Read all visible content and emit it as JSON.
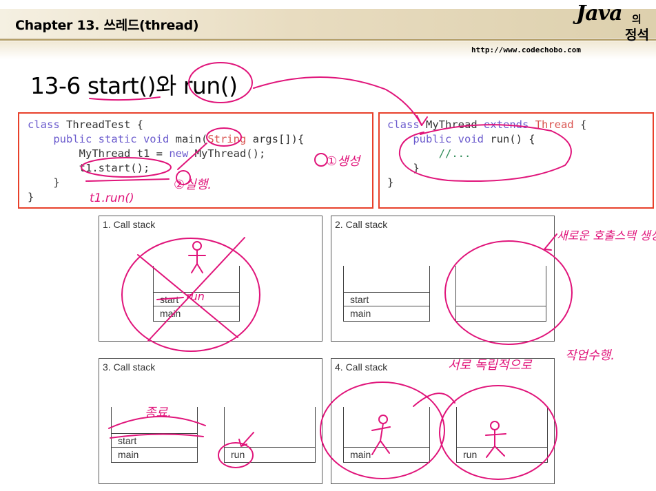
{
  "header": {
    "chapter": "Chapter 13. 쓰레드(thread)",
    "logo_java": "Java",
    "logo_ui": "의",
    "logo_book": "정석",
    "url": "http://www.codechobo.com"
  },
  "title": "13-6 start()와 run()",
  "code_left": {
    "lines": [
      "class ThreadTest {",
      "    public static void main(String args[]){",
      "        MyThread t1 = new MyThread();",
      "        t1.start();",
      "    }",
      "}"
    ]
  },
  "code_right": {
    "lines": [
      "class MyThread extends Thread {",
      "    public void run() {",
      "        //...",
      "    }",
      "}"
    ]
  },
  "stacks": [
    {
      "title": "1. Call stack",
      "frames": [
        {
          "cells": [
            "start",
            "main"
          ]
        }
      ]
    },
    {
      "title": "2. Call stack",
      "frames": [
        {
          "cells": [
            "start",
            "main"
          ]
        },
        {
          "cells": []
        }
      ]
    },
    {
      "title": "3. Call stack",
      "frames": [
        {
          "cells": [
            "start",
            "main"
          ]
        },
        {
          "cells": [
            "run"
          ]
        }
      ]
    },
    {
      "title": "4. Call stack",
      "frames": [
        {
          "cells": [
            "main"
          ]
        },
        {
          "cells": [
            "run"
          ]
        }
      ]
    }
  ],
  "annotations": {
    "create": "①생성",
    "run": "②실행.",
    "t1_run": "t1.run()",
    "run_scribble": "run",
    "new_stack": "새로운 호출스택 생성",
    "finish": "종료.",
    "independent": "서로 독립적으로",
    "work": "작업수행."
  },
  "colors": {
    "ink": "#e0147a",
    "code_border": "#e8402a",
    "keyword": "#6a5acd",
    "string": "#d9534f",
    "comment": "#2e8b57"
  }
}
